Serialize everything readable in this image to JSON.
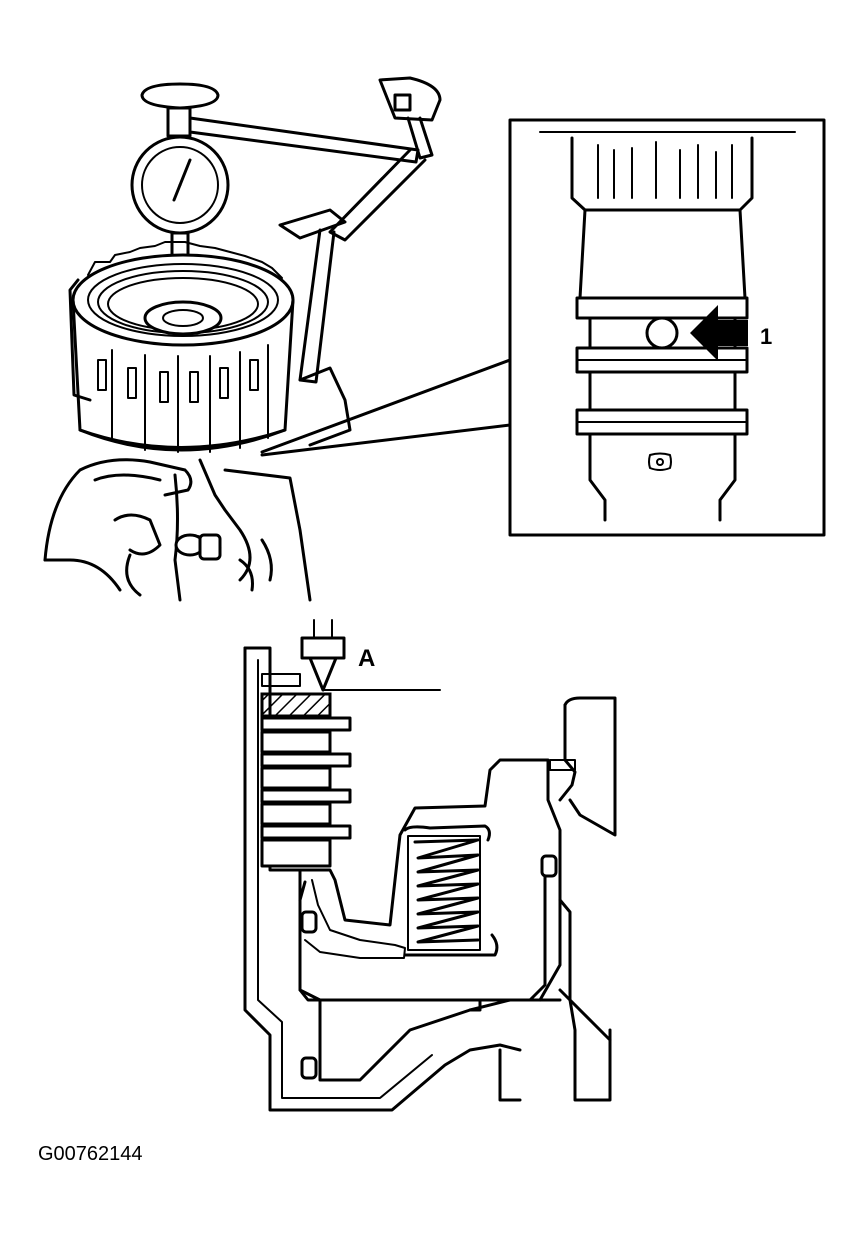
{
  "figure": {
    "callout_1": "1",
    "callout_A": "A",
    "figure_id": "G00762144"
  },
  "colors": {
    "ink": "#000000",
    "paper": "#ffffff"
  }
}
